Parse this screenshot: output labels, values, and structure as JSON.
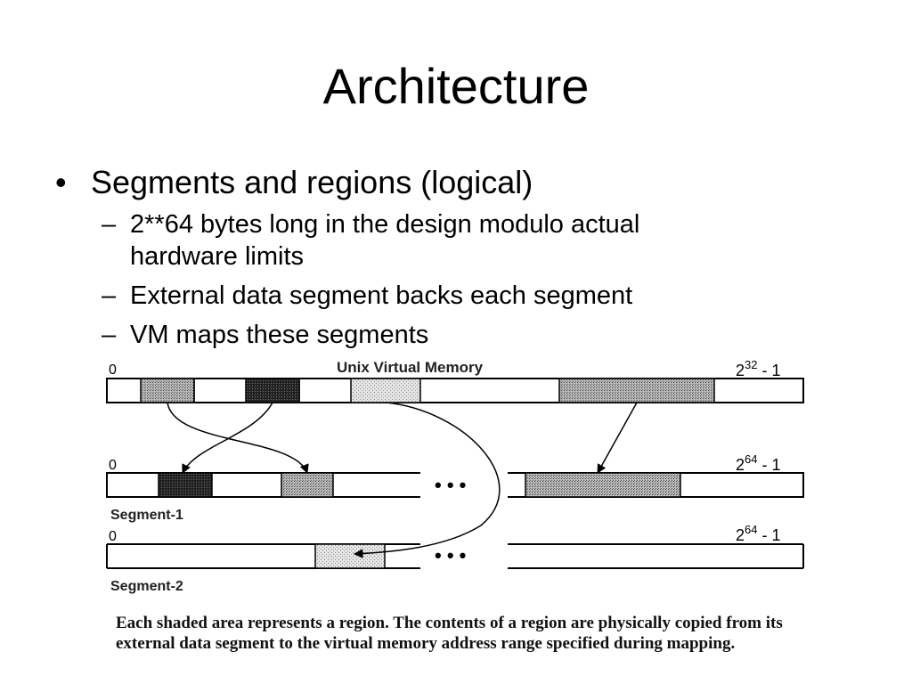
{
  "slide": {
    "title": "Architecture",
    "bullets": [
      {
        "text": "Segments and regions (logical)",
        "marker": "•",
        "subitems": [
          {
            "marker": "–",
            "text": "2**64 bytes long in the design modulo actual hardware limits"
          },
          {
            "marker": "–",
            "text": "External data segment backs each segment"
          },
          {
            "marker": "–",
            "text": "VM maps these segments"
          }
        ]
      }
    ]
  },
  "figure": {
    "top_title": "Unix Virtual Memory",
    "top_start": "0",
    "top_end_base": "2",
    "top_end_exp": "32",
    "top_end_suffix": " - 1",
    "seg1_start": "0",
    "seg1_end_base": "2",
    "seg1_end_exp": "64",
    "seg1_end_suffix": " - 1",
    "seg1_label": "Segment-1",
    "seg2_start": "0",
    "seg2_end_base": "2",
    "seg2_end_exp": "64",
    "seg2_end_suffix": " - 1",
    "seg2_label": "Segment-2",
    "ellipsis": "• • •",
    "caption": "Each shaded area represents a region. The contents of a region are physically copied from its external data segment to the virtual memory address range specified during mapping."
  }
}
